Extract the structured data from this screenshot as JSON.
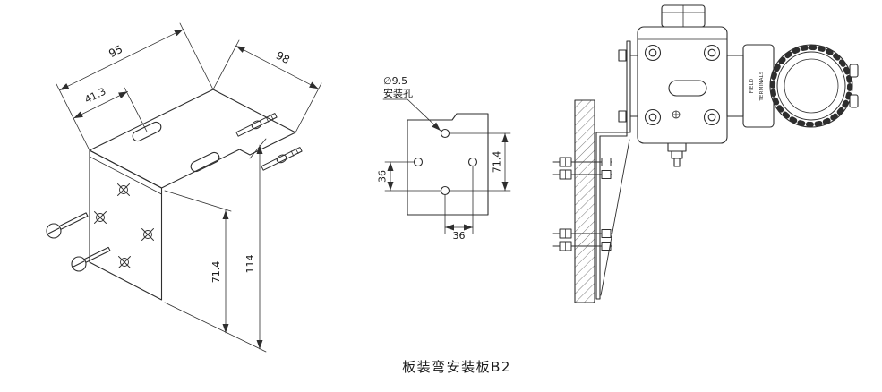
{
  "caption": "板装弯安装板B2",
  "iso": {
    "d95": "95",
    "d41_3": "41.3",
    "d98": "98",
    "d71_4": "71.4",
    "d114": "114"
  },
  "front": {
    "hole_dia": "∅9.5",
    "hole_label": "安装孔",
    "d36_v": "36",
    "d36_h": "36",
    "d71_4": "71.4"
  },
  "assembly": {
    "line1": "FIELD",
    "line2": "TERMINALS"
  }
}
